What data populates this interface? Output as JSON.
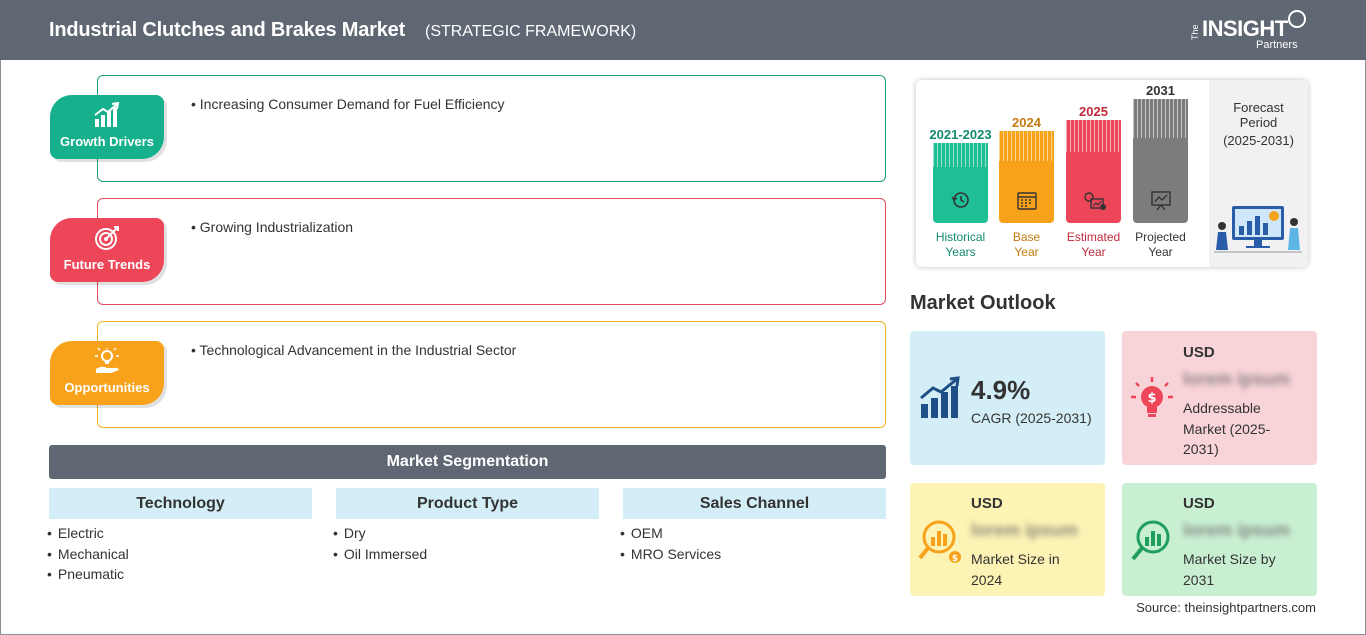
{
  "header": {
    "title": "Industrial Clutches and Brakes Market",
    "subtitle": "(STRATEGIC FRAMEWORK)",
    "logo_the": "The",
    "logo_insight": "INSIGHT",
    "logo_partners": "Partners"
  },
  "factors": [
    {
      "label": "Growth Drivers",
      "text": "• Increasing Consumer Demand for Fuel Efficiency",
      "color": "#17b08d",
      "icon": "growth-chart-icon"
    },
    {
      "label": "Future Trends",
      "text": "• Growing Industrialization",
      "color": "#ec4658",
      "icon": "target-icon"
    },
    {
      "label": "Opportunities",
      "text": "• Technological Advancement in the Industrial Sector",
      "color": "#f7a21a",
      "icon": "lightbulb-hand-icon"
    }
  ],
  "segmentation": {
    "title": "Market Segmentation",
    "groups": [
      {
        "name": "Technology",
        "items": [
          "Electric",
          "Mechanical",
          "Pneumatic"
        ]
      },
      {
        "name": "Product Type",
        "items": [
          "Dry",
          "Oil Immersed"
        ]
      },
      {
        "name": "Sales Channel",
        "items": [
          "OEM",
          "MRO Services"
        ]
      }
    ]
  },
  "timeline": {
    "columns": [
      {
        "year": "2021-2023",
        "caption1": "Historical",
        "caption2": "Years",
        "color": "#1fbf95",
        "text_color": "#138a6c",
        "icon": "history-clock-icon"
      },
      {
        "year": "2024",
        "caption1": "Base",
        "caption2": "Year",
        "color": "#f7a21a",
        "text_color": "#c47a10",
        "icon": "calendar-icon"
      },
      {
        "year": "2025",
        "caption1": "Estimated",
        "caption2": "Year",
        "color": "#ec4658",
        "text_color": "#c02a3c",
        "icon": "gears-chart-icon"
      },
      {
        "year": "2031",
        "caption1": "Projected",
        "caption2": "Year",
        "color": "#7c7c7c",
        "text_color": "#333333",
        "icon": "presentation-chart-icon"
      }
    ],
    "forecast_label1": "Forecast",
    "forecast_label2": "Period",
    "forecast_range": "(2025-2031)"
  },
  "market_outlook": {
    "title": "Market Outlook",
    "cagr_value": "4.9%",
    "cagr_label": "CAGR (2025-2031)",
    "usd": "USD",
    "placeholder": "lorem ipsum",
    "addressable_l1": "Addressable",
    "addressable_l2": "Market (2025-",
    "addressable_l3": "2031)",
    "size2024_l1": "Market Size in",
    "size2024_l2": "2024",
    "size2031_l1": "Market Size by",
    "size2031_l2": "2031"
  },
  "source": "Source: theinsightpartners.com"
}
